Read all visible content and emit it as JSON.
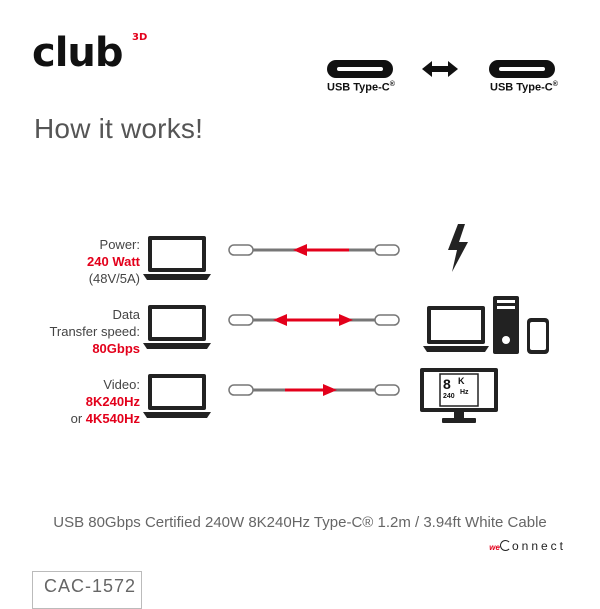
{
  "brand": {
    "logo_text": "club",
    "logo_sup": "3D",
    "footer_brand_prefix": "we",
    "footer_brand": "onnect"
  },
  "ports": {
    "left_label": "USB Type-C",
    "right_label": "USB Type-C",
    "mark": "®"
  },
  "heading": "How it works!",
  "rows": [
    {
      "label_lines": [
        "Power:"
      ],
      "highlight": [
        "240 Watt"
      ],
      "after": [
        "(48V/5A)"
      ],
      "direction": "left",
      "target_icon": "lightning-icon"
    },
    {
      "label_lines": [
        "Data",
        "Transfer speed:"
      ],
      "highlight": [
        "80Gbps"
      ],
      "after": [],
      "direction": "both",
      "target_icon": "computer-devices-icon"
    },
    {
      "label_lines": [
        "Video:"
      ],
      "highlight": [
        "8K240Hz",
        "4K540Hz"
      ],
      "connector": "or",
      "after": [],
      "direction": "right",
      "target_icon": "monitor-8k-icon"
    }
  ],
  "monitor_badge": {
    "big": "8",
    "k": "K",
    "hz_num": "240",
    "hz": "Hz"
  },
  "caption": "USB 80Gbps Certified 240W 8K240Hz Type-C® 1.2m / 3.94ft White Cable",
  "sku": "CAC-1572",
  "colors": {
    "accent": "#e3001b",
    "dark": "#222222",
    "gray": "#666666"
  }
}
